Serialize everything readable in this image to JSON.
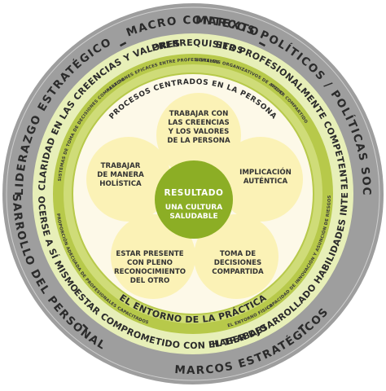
{
  "outer_ring": {
    "macro_contexto": "MACRO CONTEXTO",
    "marcos_politicos": "MARCOS POLÍTICOS / POLÍTICAS SOCIOSANITARIAS",
    "marcos_estrategicos": "MARCOS ESTRATÉGICOS",
    "desarrollo_personal": "DESARROLLO DEL PERSONAL",
    "liderazgo": "LIDERAZGO ESTRATÉGICO"
  },
  "prerrequisitos_ring": {
    "title": "PRERREQUISITOS",
    "ser_profesional": "SER PROFESIONALMENTE COMPETENTE",
    "haber_desarrollado": "HABER DESARROLLADO HABILIDADES INTERPERSONALES",
    "estar_comprometido": "ESTAR COMPROMETIDO CON EL TRABAJO",
    "conocerse": "CONOCERSE A SÍ MISMO",
    "claridad": "CLARIDAD EN LAS CREENCIAS Y VALORES"
  },
  "entorno_ring": {
    "relaciones": "RELACIONES EFICACES ENTRE PROFESIONALES",
    "sistemas_organizativos": "SISTEMAS ORGANIZATIVOS DE APOYO",
    "poder_compartido": "PODER COMPARTIDO",
    "capacidad_innovacion": "CAPACIDAD DE INNOVACIÓN Y ASUNCIÓN DE RIESGOS",
    "entorno_fisico": "EL ENTORNO FÍSICO",
    "entorno_practica": "EL ENTORNO DE LA PRÁCTICA",
    "proporcion": "PROPORCIÓN ADECUADA DE PROFESIONALES CAPACITADOS",
    "sistemas_toma": "SISTEMAS DE TOMA DE DECISIONES COMPARTIDA"
  },
  "procesos_title": "PROCESOS CENTRADOS EN LA PERSONA",
  "petals": {
    "top": [
      "TRABAJAR CON",
      "LAS CREENCIAS",
      "Y LOS VALORES",
      "DE LA PERSONA"
    ],
    "right": [
      "IMPLICACIÓN",
      "AUTÉNTICA"
    ],
    "bottom_right": [
      "TOMA DE",
      "DECISIONES",
      "COMPARTIDA"
    ],
    "bottom_left": [
      "ESTAR PRESENTE",
      "CON PLENO",
      "RECONOCIMIENTO",
      "DEL OTRO"
    ],
    "left": [
      "TRABAJAR",
      "DE MANERA",
      "HOLÍSTICA"
    ]
  },
  "center": {
    "title": "RESULTADO",
    "subtitle_line1": "UNA CULTURA",
    "subtitle_line2": "SALUDABLE"
  },
  "colors": {
    "outer_gray": "#9e9e9e",
    "ring_light_green": "#e7efb8",
    "ring_dark_green": "#b7c94a",
    "center_green": "#8cae25",
    "petal_yellow": "#fbf2b6",
    "circle_pale": "#fdf9e8"
  }
}
